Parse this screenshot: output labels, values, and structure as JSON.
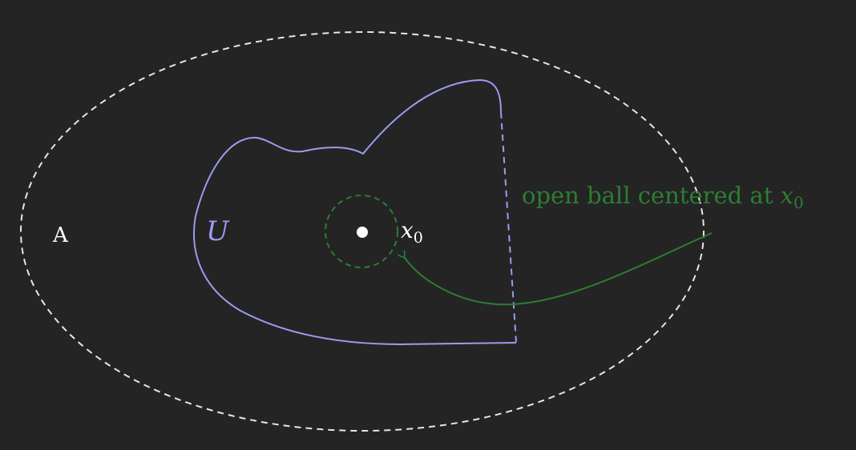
{
  "colors": {
    "background": "#242424",
    "outer_set": "#e6e6e6",
    "open_set": "#9a9cf0",
    "ball": "#2e7d32",
    "point": "#ffffff",
    "label_green": "#2e7d32"
  },
  "labels": {
    "set_a": "A",
    "set_u": "U",
    "point_var": "x",
    "point_sub": "0",
    "annotation_text": "open ball centered at ",
    "annotation_var": "x",
    "annotation_sub": "0"
  }
}
